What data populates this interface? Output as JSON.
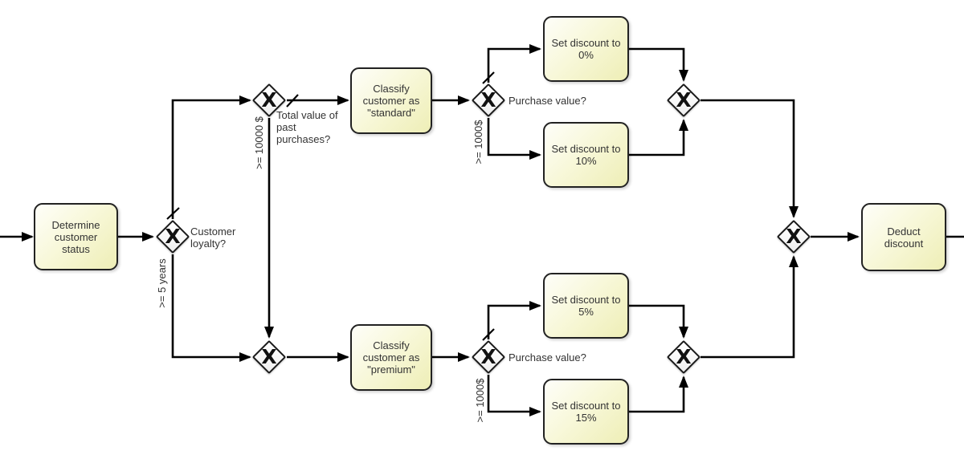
{
  "colors": {
    "background": "#ffffff",
    "connector": "#000000",
    "task_border": "#222222",
    "task_fill_light": "#fefef9",
    "task_fill_dark": "#eeeeb6",
    "gateway_border": "#1a1a1a",
    "text": "#333333"
  },
  "nodes": {
    "tasks": [
      {
        "id": "determine-customer-status",
        "label": "Determine customer status"
      },
      {
        "id": "classify-standard",
        "label": "Classify customer as \"standard\""
      },
      {
        "id": "set-discount-0",
        "label": "Set discount to 0%"
      },
      {
        "id": "set-discount-10",
        "label": "Set discount to 10%"
      },
      {
        "id": "classify-premium",
        "label": "Classify customer as \"premium\""
      },
      {
        "id": "set-discount-5",
        "label": "Set discount to 5%"
      },
      {
        "id": "set-discount-15",
        "label": "Set discount to 15%"
      },
      {
        "id": "deduct-discount",
        "label": "Deduct discount"
      }
    ],
    "gateways": [
      {
        "id": "customer-loyalty",
        "marker": "X",
        "label": "Customer loyalty?"
      },
      {
        "id": "total-past-purchases",
        "marker": "X",
        "label": "Total value of past purchases?"
      },
      {
        "id": "purchase-value-standard",
        "marker": "X",
        "label": "Purchase value?"
      },
      {
        "id": "merge-standard",
        "marker": "X",
        "label": ""
      },
      {
        "id": "merge-into-premium",
        "marker": "X",
        "label": ""
      },
      {
        "id": "purchase-value-premium",
        "marker": "X",
        "label": "Purchase value?"
      },
      {
        "id": "merge-premium",
        "marker": "X",
        "label": ""
      },
      {
        "id": "merge-final",
        "marker": "X",
        "label": ""
      }
    ]
  },
  "edge_labels": {
    "loyalty_duration": ">= 5 years",
    "past_purchases_total": ">= 10000 $",
    "purchase_value_standard": ">= 1000$",
    "purchase_value_premium": ">= 1000$"
  }
}
